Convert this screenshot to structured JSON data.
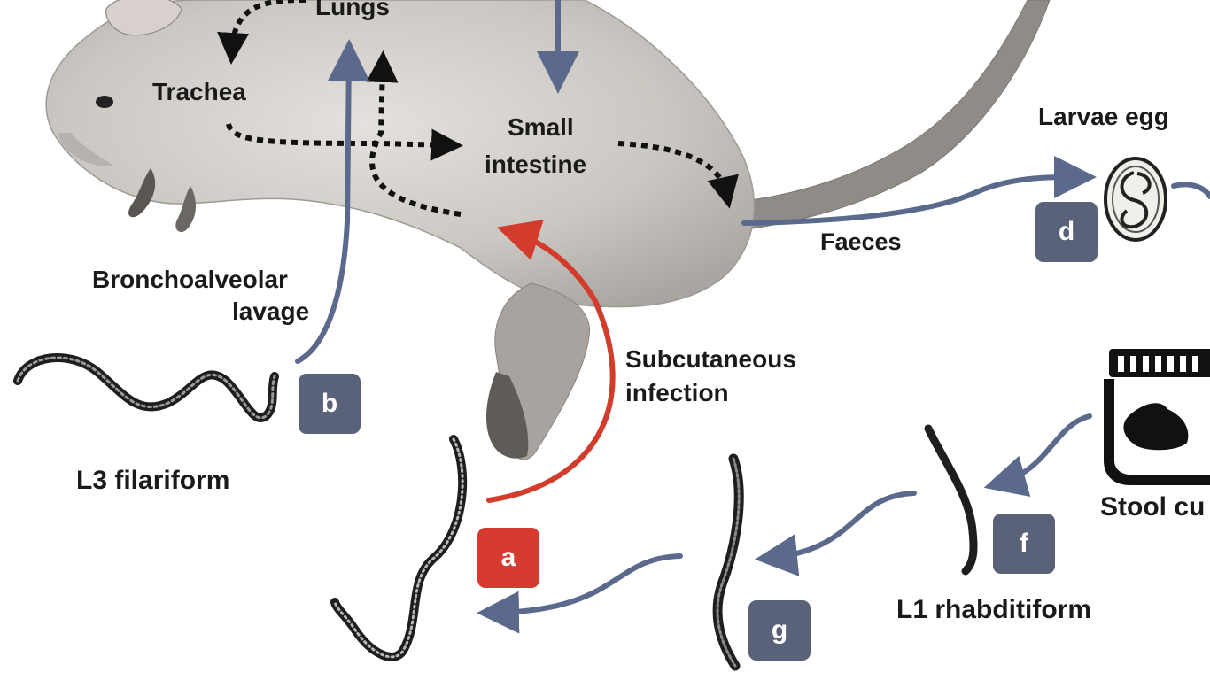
{
  "labels": {
    "lungs": "Lungs",
    "trachea": "Trachea",
    "small_intestine_line1": "Small",
    "small_intestine_line2": "intestine",
    "larvae_egg": "Larvae egg",
    "faeces": "Faeces",
    "bronchoalveolar_line1": "Bronchoalveolar",
    "bronchoalveolar_line2": "lavage",
    "subcutaneous_line1": "Subcutaneous",
    "subcutaneous_line2": "infection",
    "l3_filariform": "L3 filariform",
    "stool_culture": "Stool cu",
    "l1_rhabditiform": "L1 rhabditiform"
  },
  "badges": {
    "a": "a",
    "b": "b",
    "d": "d",
    "f": "f",
    "g": "g"
  },
  "colors": {
    "badge_slate": "#5a6279",
    "badge_red": "#d63a2f",
    "arrow_slate": "#5b6a8c",
    "arrow_red": "#d23c2c",
    "dotted_arrow": "#111111",
    "rat_body": "#cfcbc6"
  }
}
